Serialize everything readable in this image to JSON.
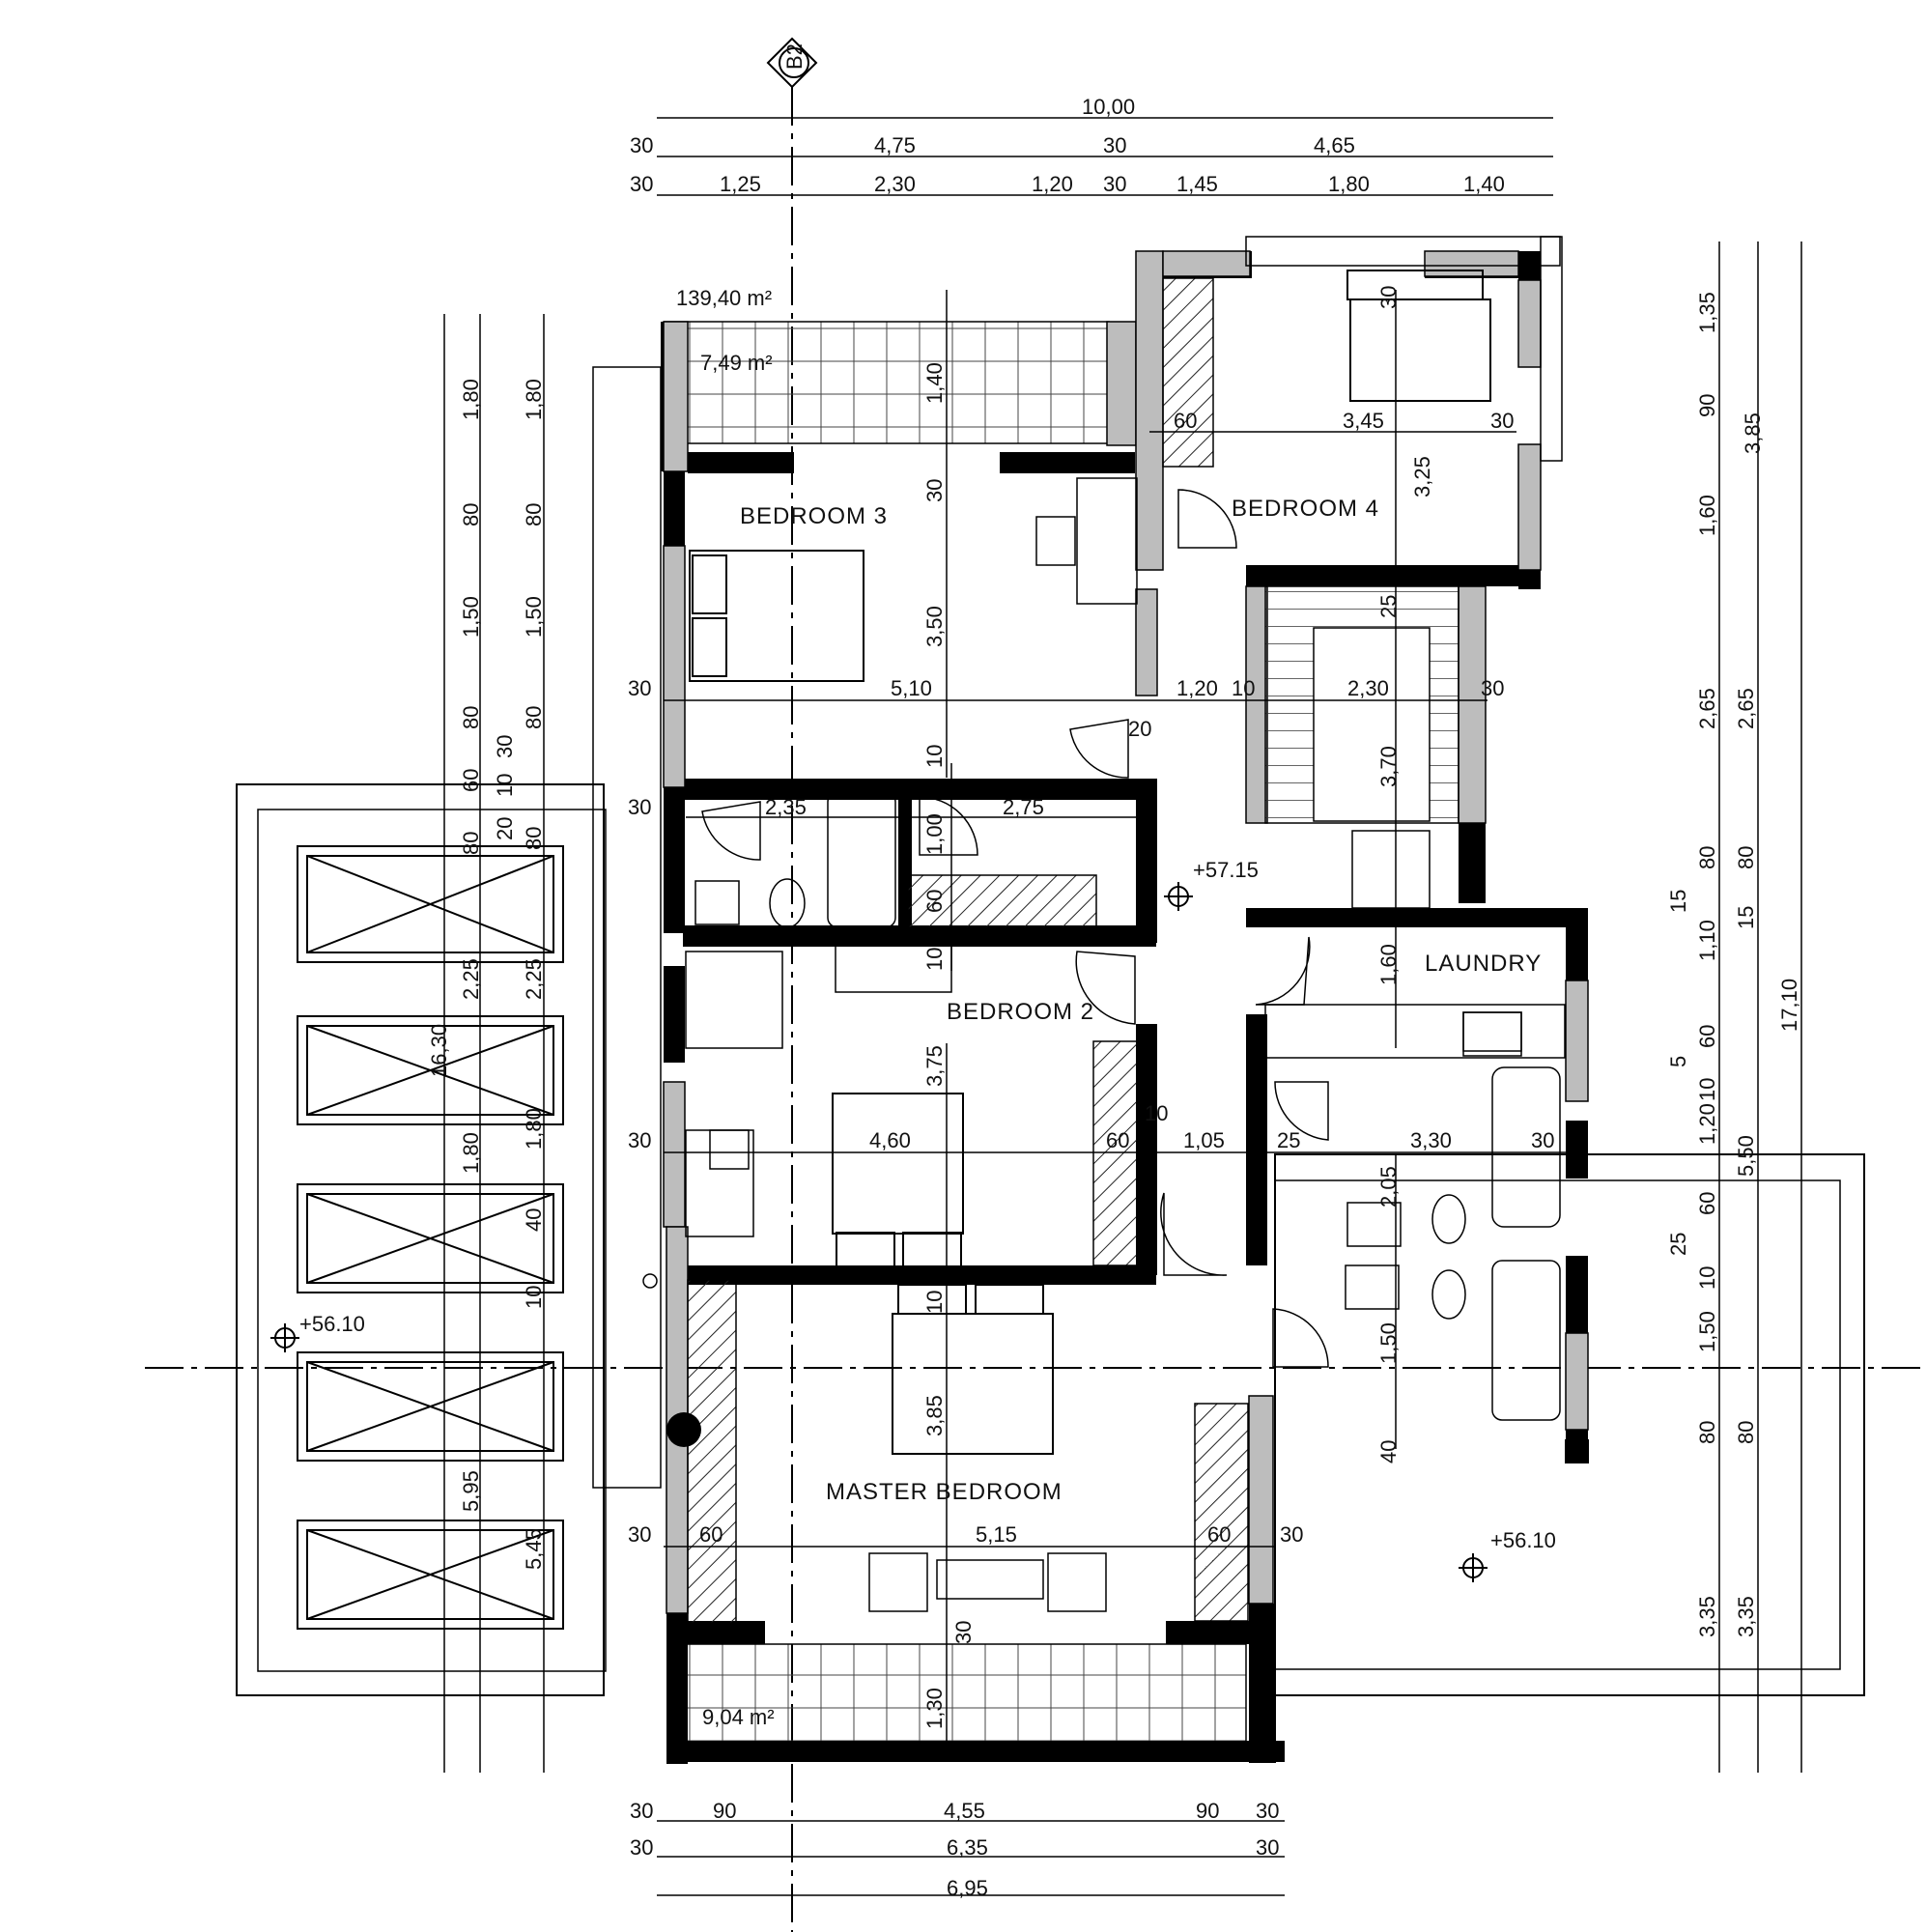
{
  "plan": {
    "axis_marker": "B2",
    "gross_area": "139,40 m²",
    "rooms": {
      "bedroom3": "BEDROOM 3",
      "bedroom4": "BEDROOM 4",
      "bedroom2": "BEDROOM 2",
      "laundry": "LAUNDRY",
      "master": "MASTER BEDROOM"
    },
    "areas": {
      "terrace_top": "7,49 m²",
      "terrace_bottom": "9,04 m²"
    },
    "levels": {
      "hall": "+57.15",
      "roof_left": "+56.10",
      "roof_right": "+56.10"
    },
    "dims_top": {
      "row1": [
        "10,00"
      ],
      "row2": [
        "30",
        "4,75",
        "30",
        "4,65"
      ],
      "row3": [
        "30",
        "1,25",
        "2,30",
        "1,20",
        "30",
        "1,45",
        "1,80",
        "1,40"
      ]
    },
    "dims_bottom": {
      "row1": [
        "30",
        "90",
        "4,55",
        "90",
        "30"
      ],
      "row2": [
        "30",
        "6,35",
        "30"
      ],
      "row3": [
        "6,95"
      ]
    },
    "dims_left_outer": [
      "1,80",
      "80",
      "1,50",
      "80",
      "60",
      "80",
      "2,25",
      "16,30",
      "1,80",
      "5,95"
    ],
    "dims_left_inner": [
      "1,80",
      "80",
      "1,50",
      "80",
      "30",
      "10",
      "20",
      "80",
      "2,25",
      "1,80",
      "40",
      "10",
      "5,45"
    ],
    "dims_right_outer": [
      "1,35",
      "90",
      "1,60",
      "2,65",
      "80",
      "15",
      "1,10",
      "60",
      "5",
      "10",
      "1,20",
      "60",
      "25",
      "10",
      "1,50",
      "80",
      "3,35",
      "17,10"
    ],
    "dims_right_inner": [
      "3,85",
      "2,65",
      "80",
      "15",
      "5,50",
      "80",
      "3,35"
    ],
    "dims_interior": {
      "b4_width": "3,45",
      "b4_left": "60",
      "b4_right": "30",
      "b4_top": "30",
      "b4_depth": "3,25",
      "b3_terrace": "1,40",
      "b3_top": "30",
      "b3_depth": "3,50",
      "b3_width": "5,10",
      "b3_left": "30",
      "hall_w": "1,20",
      "hall_10": "10",
      "hall_20": "20",
      "stair_w": "2,30",
      "stair_30": "30",
      "stair_25": "25",
      "stair_len": "3,70",
      "bath_w": "2,35",
      "wardrobe_w": "2,75",
      "bath_left": "30",
      "wall_10a": "10",
      "h_100": "1,00",
      "h_60": "60",
      "wall_10b": "10",
      "laundry_h": "1,60",
      "b2_depth": "3,75",
      "b2_width": "4,60",
      "b2_left": "30",
      "b2_60": "60",
      "b2_10": "10",
      "corr_w": "1,05",
      "bath2_25": "25",
      "bath2_w": "3,30",
      "bath2_30": "30",
      "bath2_d": "2,05",
      "bath2_150": "1,50",
      "bath2_40": "40",
      "mb_10": "10",
      "mb_depth": "3,85",
      "mb_left": "30",
      "mb_60l": "60",
      "mb_width": "5,15",
      "mb_60r": "60",
      "mb_30r": "30",
      "mb_30b": "30",
      "terr_130": "1,30"
    }
  }
}
